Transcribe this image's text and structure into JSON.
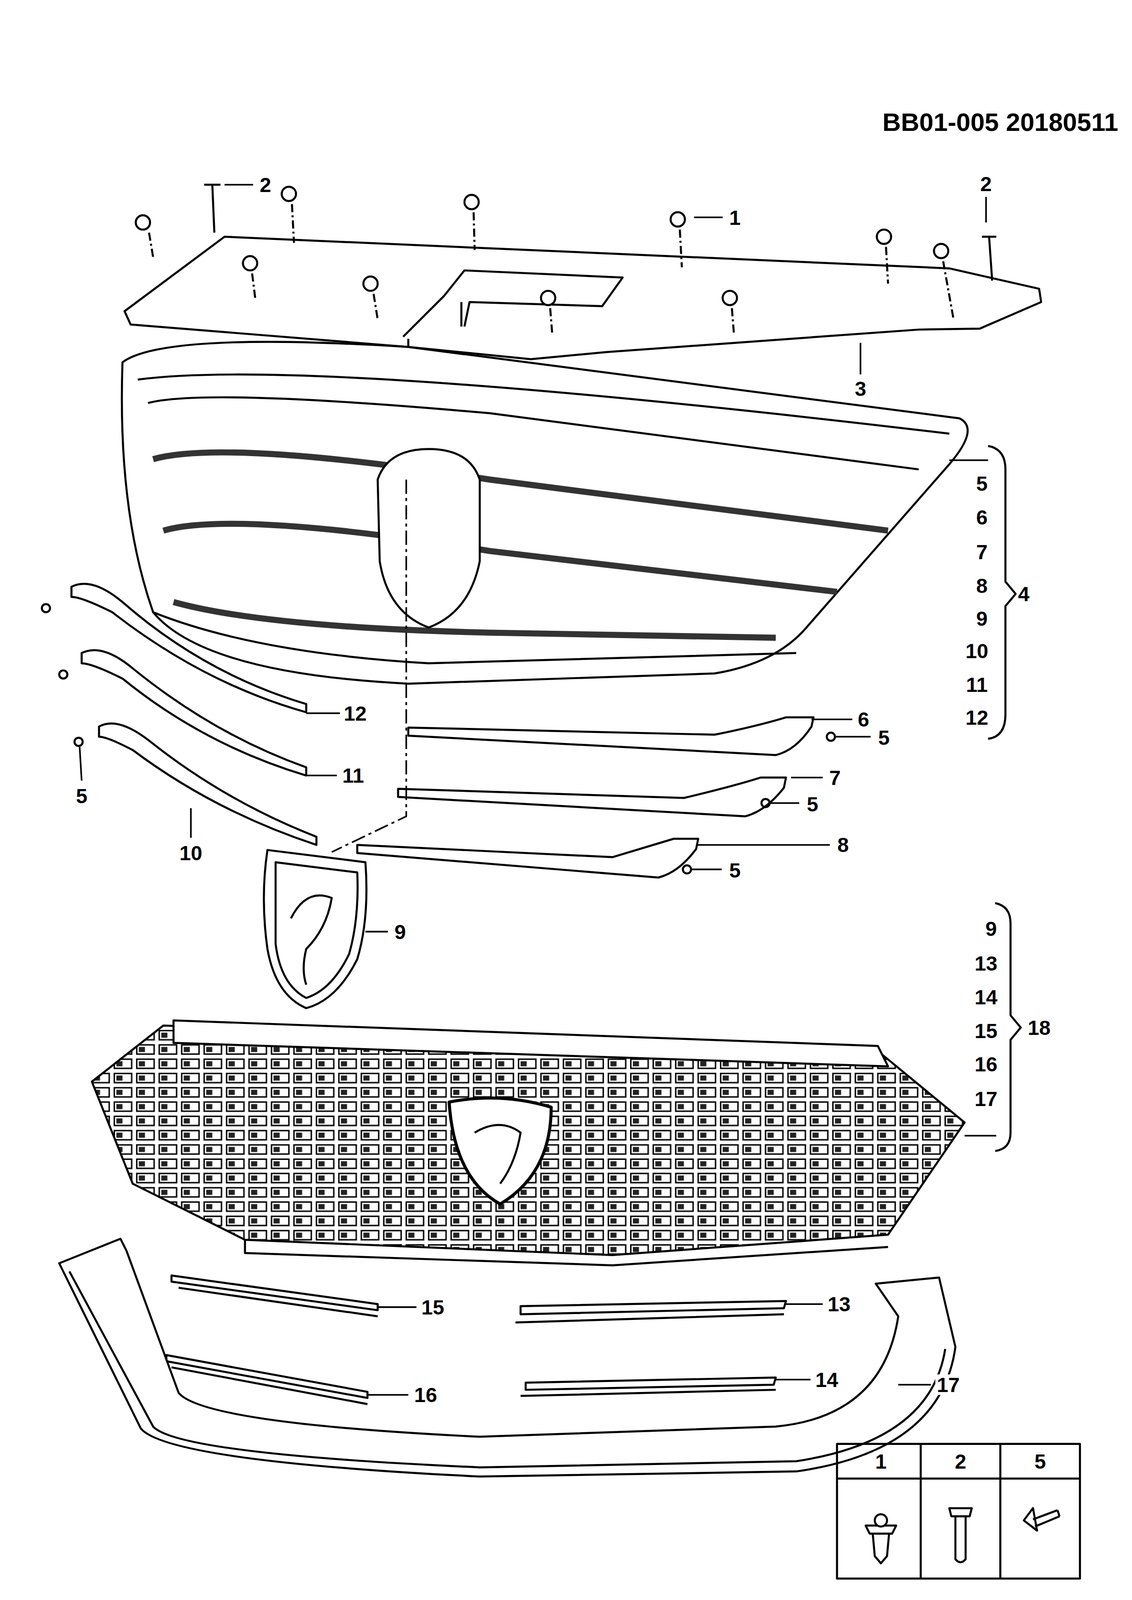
{
  "diagram": {
    "title": "BB01-005 20180511",
    "labels": [
      "2",
      "2",
      "1",
      "3",
      "5",
      "6",
      "7",
      "8",
      "9",
      "10",
      "11",
      "12",
      "4",
      "12",
      "6",
      "5",
      "11",
      "7",
      "5",
      "5",
      "8",
      "5",
      "10",
      "9",
      "9",
      "13",
      "14",
      "15",
      "16",
      "17",
      "18",
      "15",
      "13",
      "16",
      "14",
      "17",
      "1",
      "2",
      "5"
    ]
  }
}
